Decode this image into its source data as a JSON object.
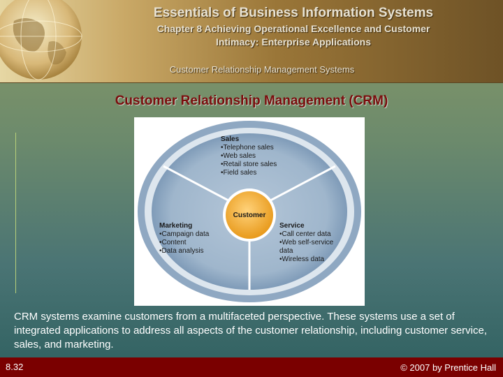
{
  "header": {
    "title": "Essentials of Business Information Systems",
    "chapter_line1": "Chapter 8 Achieving Operational Excellence and Customer",
    "chapter_line2": "Intimacy: Enterprise Applications",
    "section": "Customer Relationship Management Systems"
  },
  "slide": {
    "title": "Customer Relationship Management (CRM)"
  },
  "figure": {
    "center": "Customer",
    "sales": {
      "heading": "Sales",
      "items": [
        "Telephone sales",
        "Web sales",
        "Retail store sales",
        "Field sales"
      ]
    },
    "marketing": {
      "heading": "Marketing",
      "items": [
        "Campaign data",
        "Content",
        "Data analysis"
      ]
    },
    "service": {
      "heading": "Service",
      "items": [
        "Call center data",
        "Web self-service data",
        "Wireless data"
      ]
    }
  },
  "body": {
    "text": "CRM systems examine customers from a multifaceted perspective. These systems use a set of integrated applications to address all aspects of the customer relationship, including customer service, sales, and marketing."
  },
  "footer": {
    "page": "8.32",
    "copyright": "© 2007 by Prentice Hall"
  },
  "colors": {
    "footer_bg": "#7a0000",
    "title_color": "#7a0d0d",
    "ring_outer": "#c9d6e2",
    "ring_inner": "#7f9bb8",
    "center_fill": "#f2b13a"
  }
}
